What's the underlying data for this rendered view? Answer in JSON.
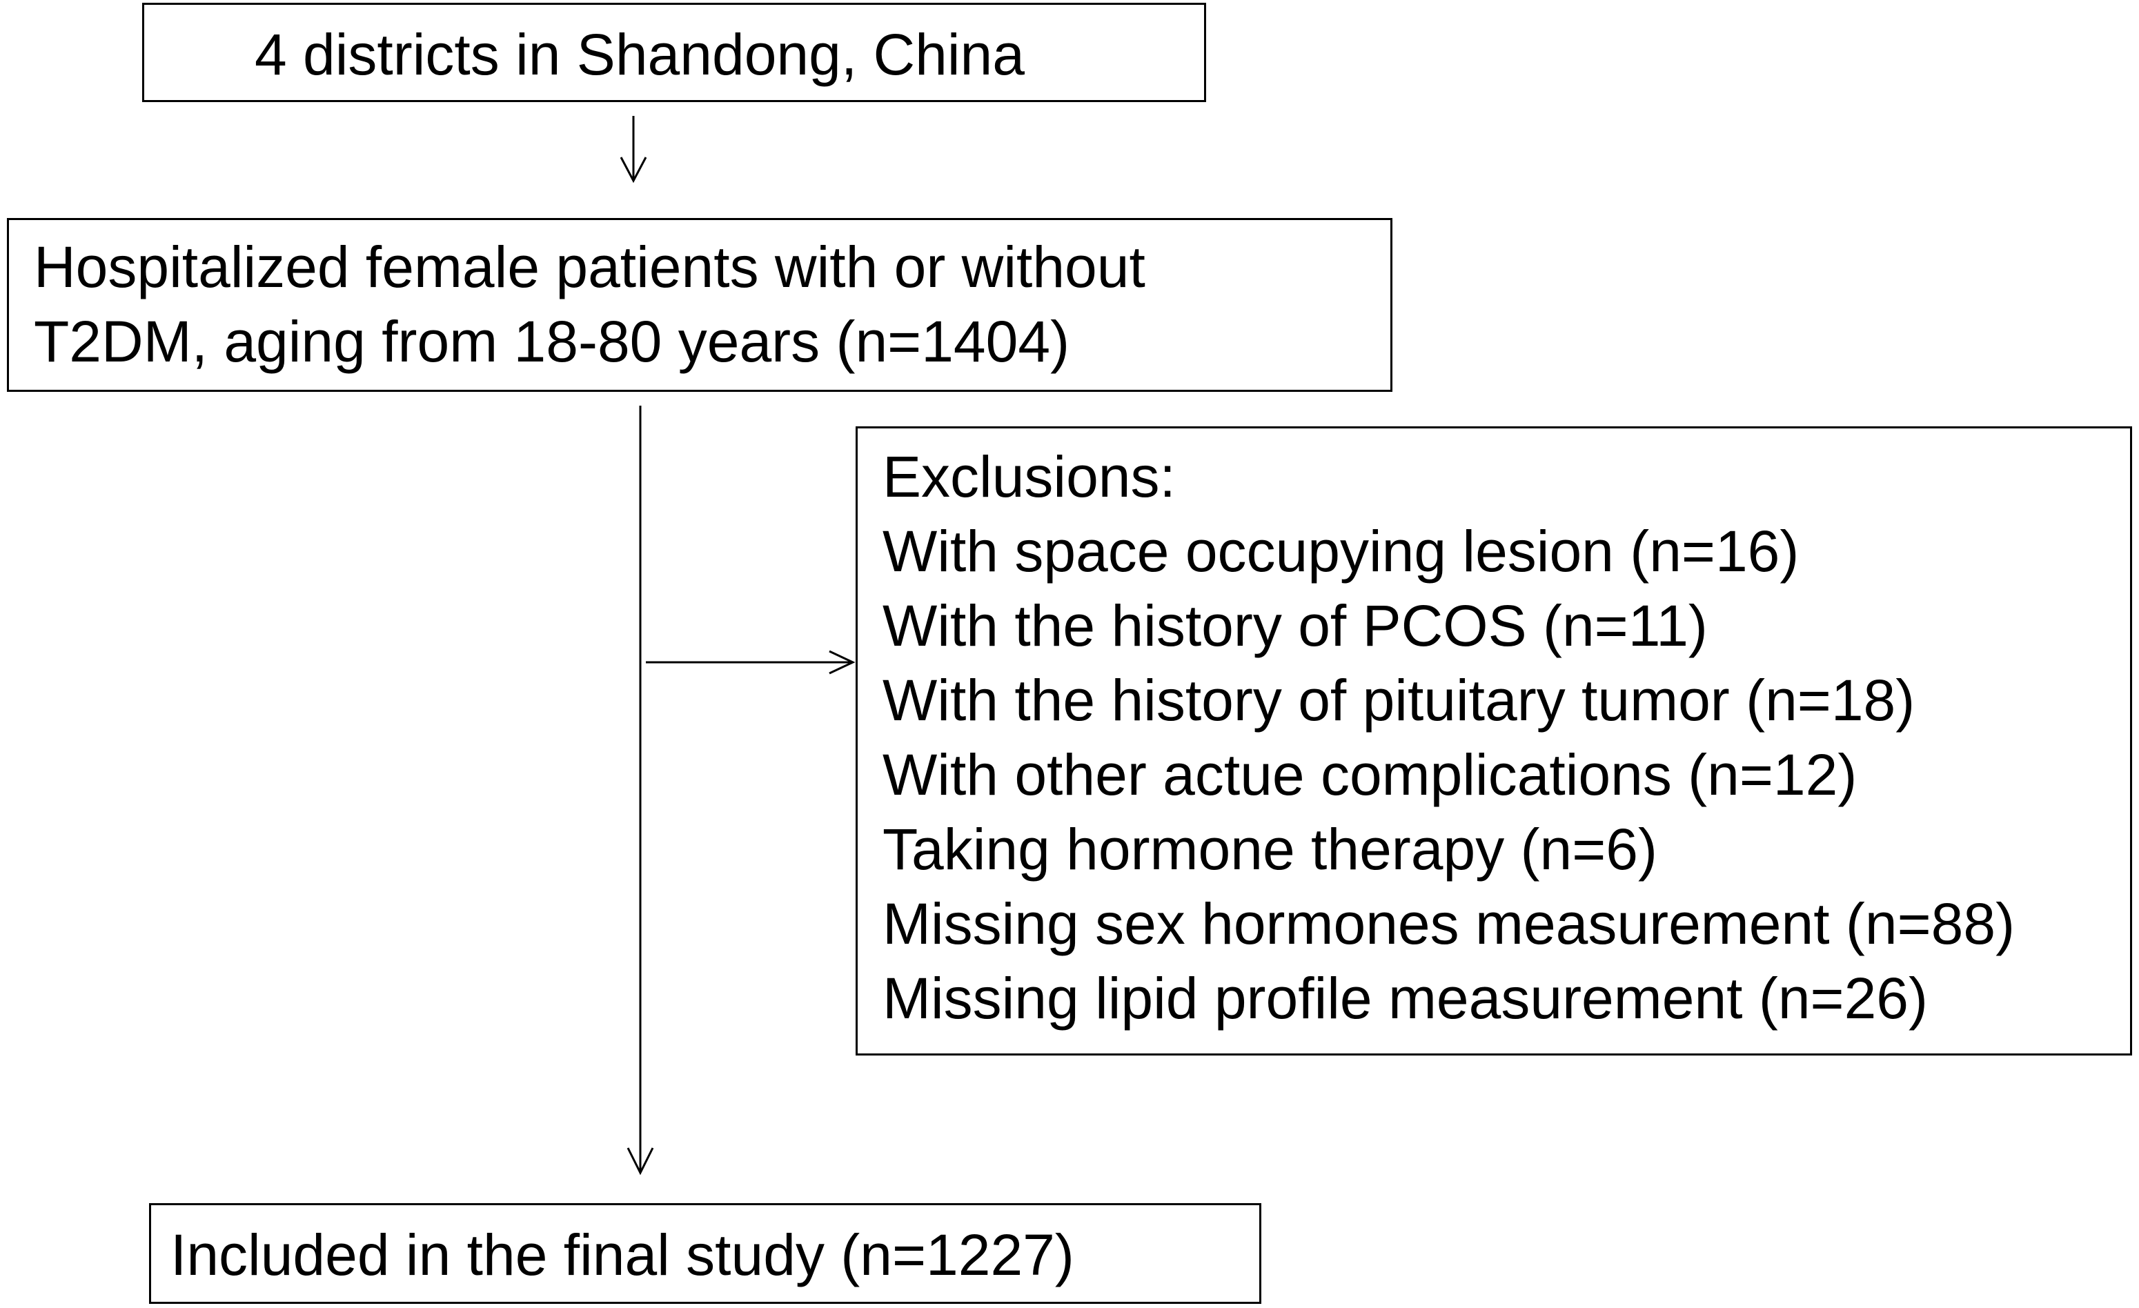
{
  "flow": {
    "source": {
      "text": "4 districts in Shandong, China"
    },
    "hospitalized": {
      "lines": [
        "Hospitalized female patients with or without",
        "T2DM,  aging from 18-80 years (n=1404)"
      ]
    },
    "exclusions": {
      "heading": "Exclusions:",
      "items": [
        "With space occupying lesion (n=16)",
        "With the history of PCOS (n=11)",
        "With the history of pituitary tumor (n=18)",
        "With other actue complications (n=12)",
        "Taking hormone therapy (n=6)",
        "Missing sex hormones measurement (n=88)",
        "Missing lipid profile measurement (n=26)"
      ]
    },
    "final": {
      "text": "Included in the final study (n=1227)"
    }
  }
}
